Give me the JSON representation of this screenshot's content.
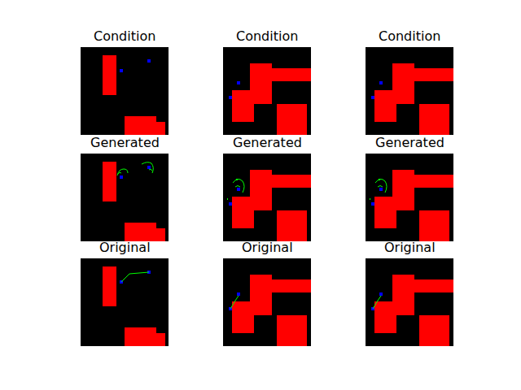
{
  "diagram": {
    "nodes": [
      {
        "text": [
          "Condition"
        ]
      },
      {
        "text": [
          "Condition"
        ]
      },
      {
        "text": [
          "Condition"
        ]
      },
      {
        "text": [
          "Generated"
        ]
      },
      {
        "text": [
          "Generated"
        ]
      },
      {
        "text": [
          "Generated"
        ]
      },
      {
        "text": [
          "Original"
        ]
      },
      {
        "text": [
          "Original"
        ]
      },
      {
        "text": [
          "Original"
        ]
      }
    ]
  }
}
